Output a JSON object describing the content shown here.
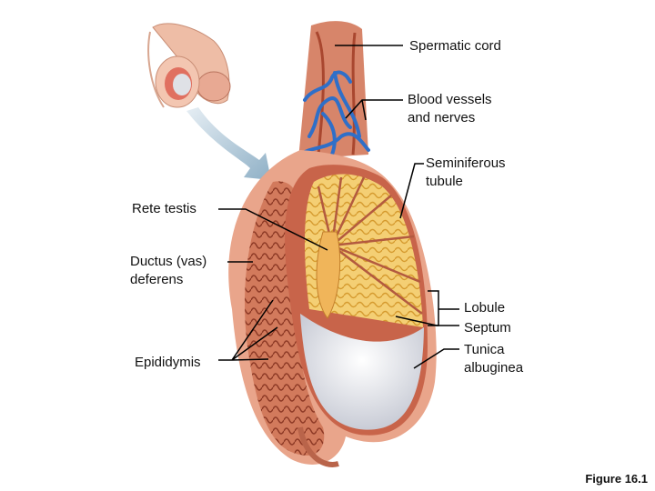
{
  "labels": {
    "spermatic_cord": "Spermatic cord",
    "blood_vessels": [
      "Blood vessels",
      "and nerves"
    ],
    "seminiferous": [
      "Seminiferous",
      "tubule"
    ],
    "rete_testis": "Rete testis",
    "ductus": [
      "Ductus (vas)",
      "deferens"
    ],
    "epididymis": "Epididymis",
    "lobule": "Lobule",
    "septum": "Septum",
    "tunica": [
      "Tunica",
      "albuginea"
    ]
  },
  "caption": "Figure 16.1",
  "colors": {
    "skin": "#e9a58b",
    "tissue": "#c8644a",
    "tubules": "#f1c35e",
    "testis_white": "#e6e8ee",
    "vessels": "#2f6fc8",
    "arrow": "#9fbcd0",
    "leader": "#000000"
  }
}
